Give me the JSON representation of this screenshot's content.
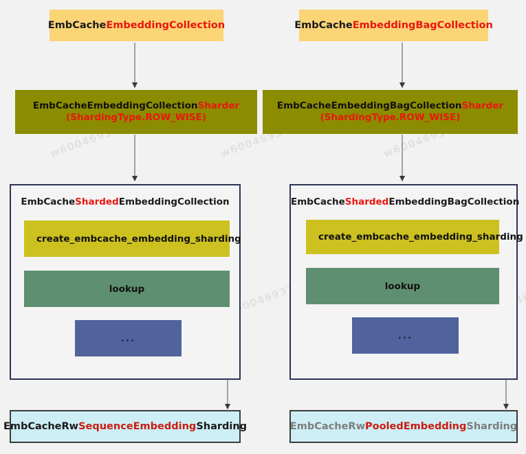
{
  "diagram": {
    "background_color": "#f2f2f2",
    "watermark_text": "w60046937",
    "colors": {
      "top_node": "#fbd476",
      "sharder_node": "#8c8c01",
      "container_border": "#2b3255",
      "method_gold": "#cdc11f",
      "method_green": "#5e8f70",
      "method_blue": "#51639c",
      "bottom_node": "#cdeef5",
      "accent_red": "#e8170f",
      "arrow": "#808080"
    }
  },
  "columns": [
    {
      "id": "embedding",
      "top": {
        "prefix": "EmbCache",
        "highlight": "EmbeddingCollection"
      },
      "sharder": {
        "line1_prefix": "EmbCacheEmbeddingCollection",
        "line1_highlight": "Sharder",
        "line2": "(ShardingType.ROW_WISE)"
      },
      "container": {
        "title_prefix": "EmbCache",
        "title_highlight": "Sharded",
        "title_suffix": "EmbeddingCollection",
        "methods": [
          {
            "label": "create_embcache_embedding_sharding",
            "style": "gold"
          },
          {
            "label": "lookup",
            "style": "green"
          },
          {
            "label": "...",
            "style": "blue"
          }
        ]
      },
      "bottom": {
        "prefix": "EmbCacheRw",
        "highlight": "SequenceEmbedding",
        "suffix": "Sharding",
        "prefix_color": "#1a1a1a",
        "suffix_color": "#1a1a1a"
      }
    },
    {
      "id": "embeddingbag",
      "top": {
        "prefix": "EmbCache",
        "highlight": "EmbeddingBagCollection"
      },
      "sharder": {
        "line1_prefix": "EmbCacheEmbeddingBagCollection",
        "line1_highlight": "Sharder",
        "line2": "(ShardingType.ROW_WISE)"
      },
      "container": {
        "title_prefix": "EmbCache",
        "title_highlight": "Sharded",
        "title_suffix": "EmbeddingBagCollection",
        "methods": [
          {
            "label": "create_embcache_embedding_sharding",
            "style": "gold"
          },
          {
            "label": "lookup",
            "style": "green"
          },
          {
            "label": "...",
            "style": "blue"
          }
        ]
      },
      "bottom": {
        "prefix": "EmbCacheRw",
        "highlight": "PooledEmbedding",
        "suffix": "Sharding",
        "prefix_color": "#7d7d7d",
        "suffix_color": "#7d7d7d"
      }
    }
  ]
}
